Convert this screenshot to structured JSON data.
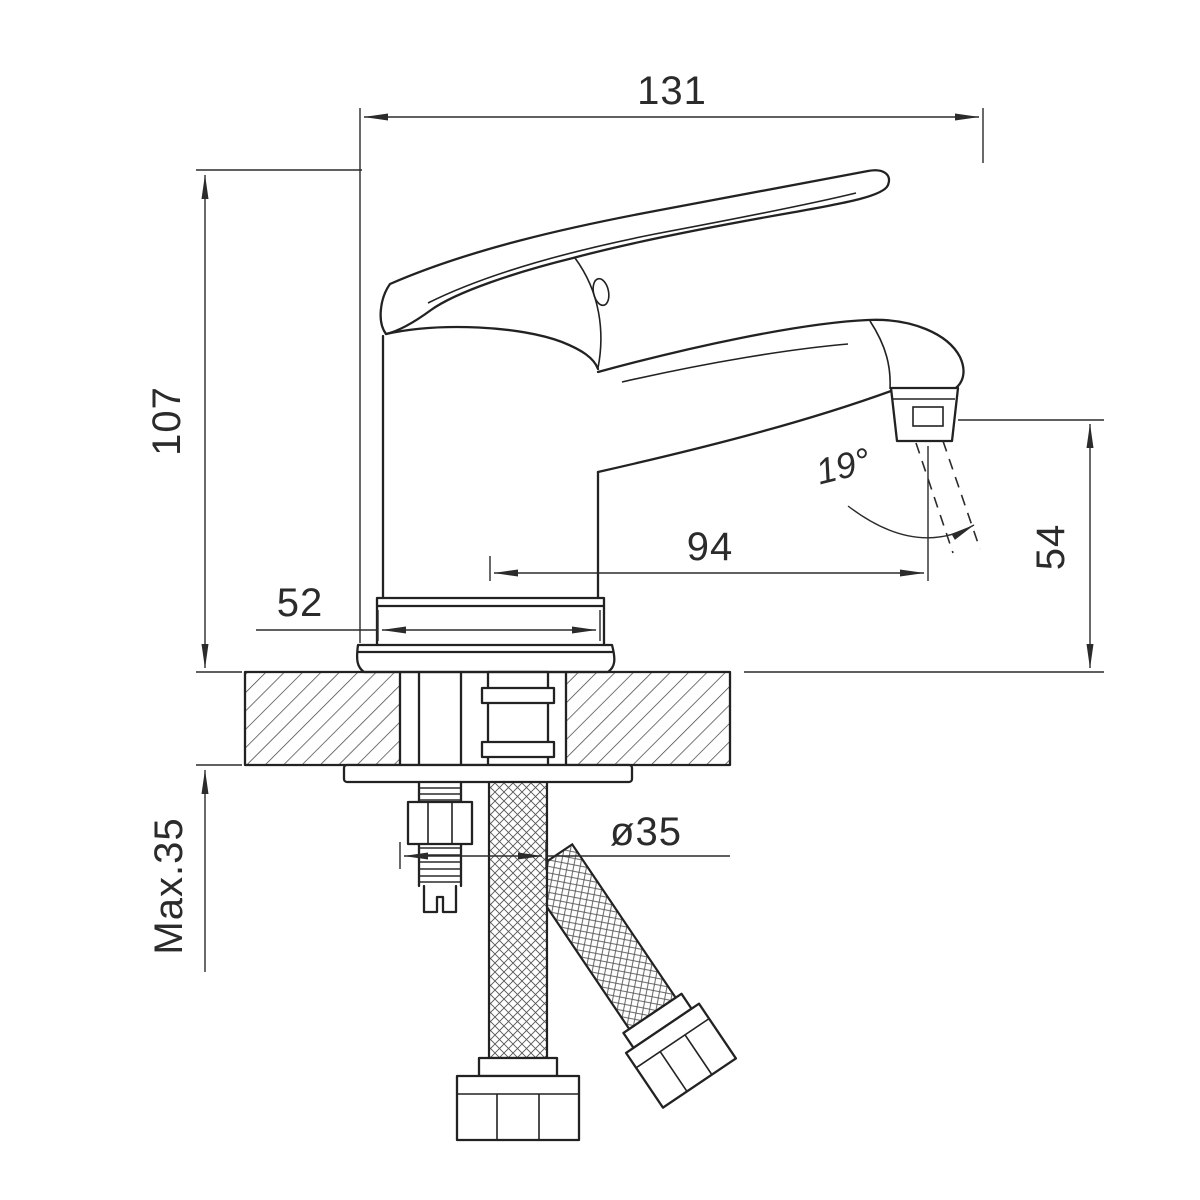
{
  "dimensions": {
    "overall_width": "131",
    "overall_height": "107",
    "base_width": "52",
    "spout_reach": "94",
    "spout_angle": "19°",
    "outlet_height": "54",
    "max_mounting_thickness": "Max.35",
    "hole_diameter": "ø35"
  }
}
